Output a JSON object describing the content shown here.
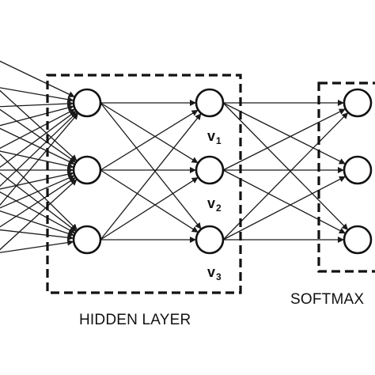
{
  "diagram": {
    "hidden_layer_label": "HIDDEN LAYER",
    "softmax_label": "SOFTMAX",
    "hidden_nodes": [
      {
        "letter": "v",
        "subscript": "1"
      },
      {
        "letter": "v",
        "subscript": "2"
      },
      {
        "letter": "v",
        "subscript": "3"
      }
    ]
  },
  "colors": {
    "stroke": "#111111",
    "background": "#ffffff"
  }
}
